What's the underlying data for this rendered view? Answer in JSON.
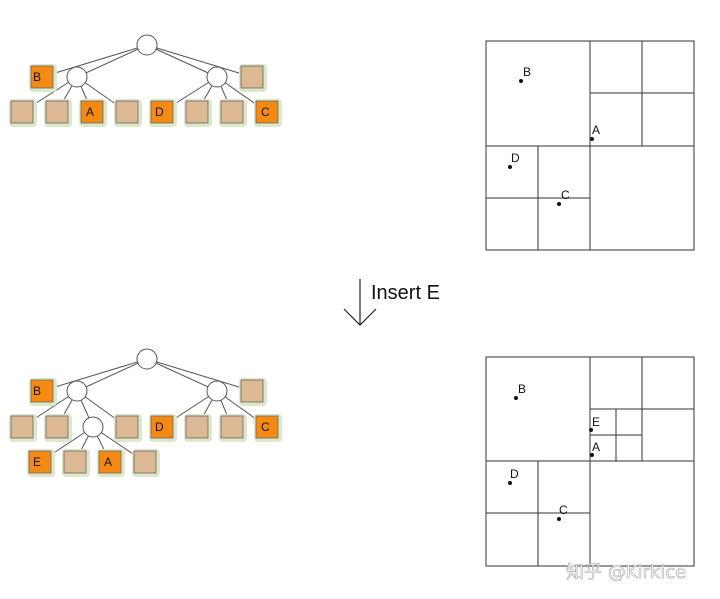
{
  "arrow": {
    "label": "Insert E"
  },
  "colors": {
    "highlight": "#F58A12",
    "leaf": "#DDB894",
    "leaf_shadow": "#DDE8C9",
    "line": "#555555",
    "ink": "#111111"
  },
  "before": {
    "tree": {
      "labels": {
        "b": "B",
        "a": "A",
        "d": "D",
        "c": "C"
      }
    },
    "grid": {
      "labels": {
        "b": "B",
        "a": "A",
        "d": "D",
        "c": "C"
      }
    }
  },
  "after": {
    "tree": {
      "labels": {
        "b": "B",
        "d": "D",
        "c": "C",
        "e": "E",
        "a": "A"
      }
    },
    "grid": {
      "labels": {
        "b": "B",
        "e": "E",
        "a": "A",
        "d": "D",
        "c": "C"
      }
    }
  },
  "watermark": "知乎 @Kirkice"
}
